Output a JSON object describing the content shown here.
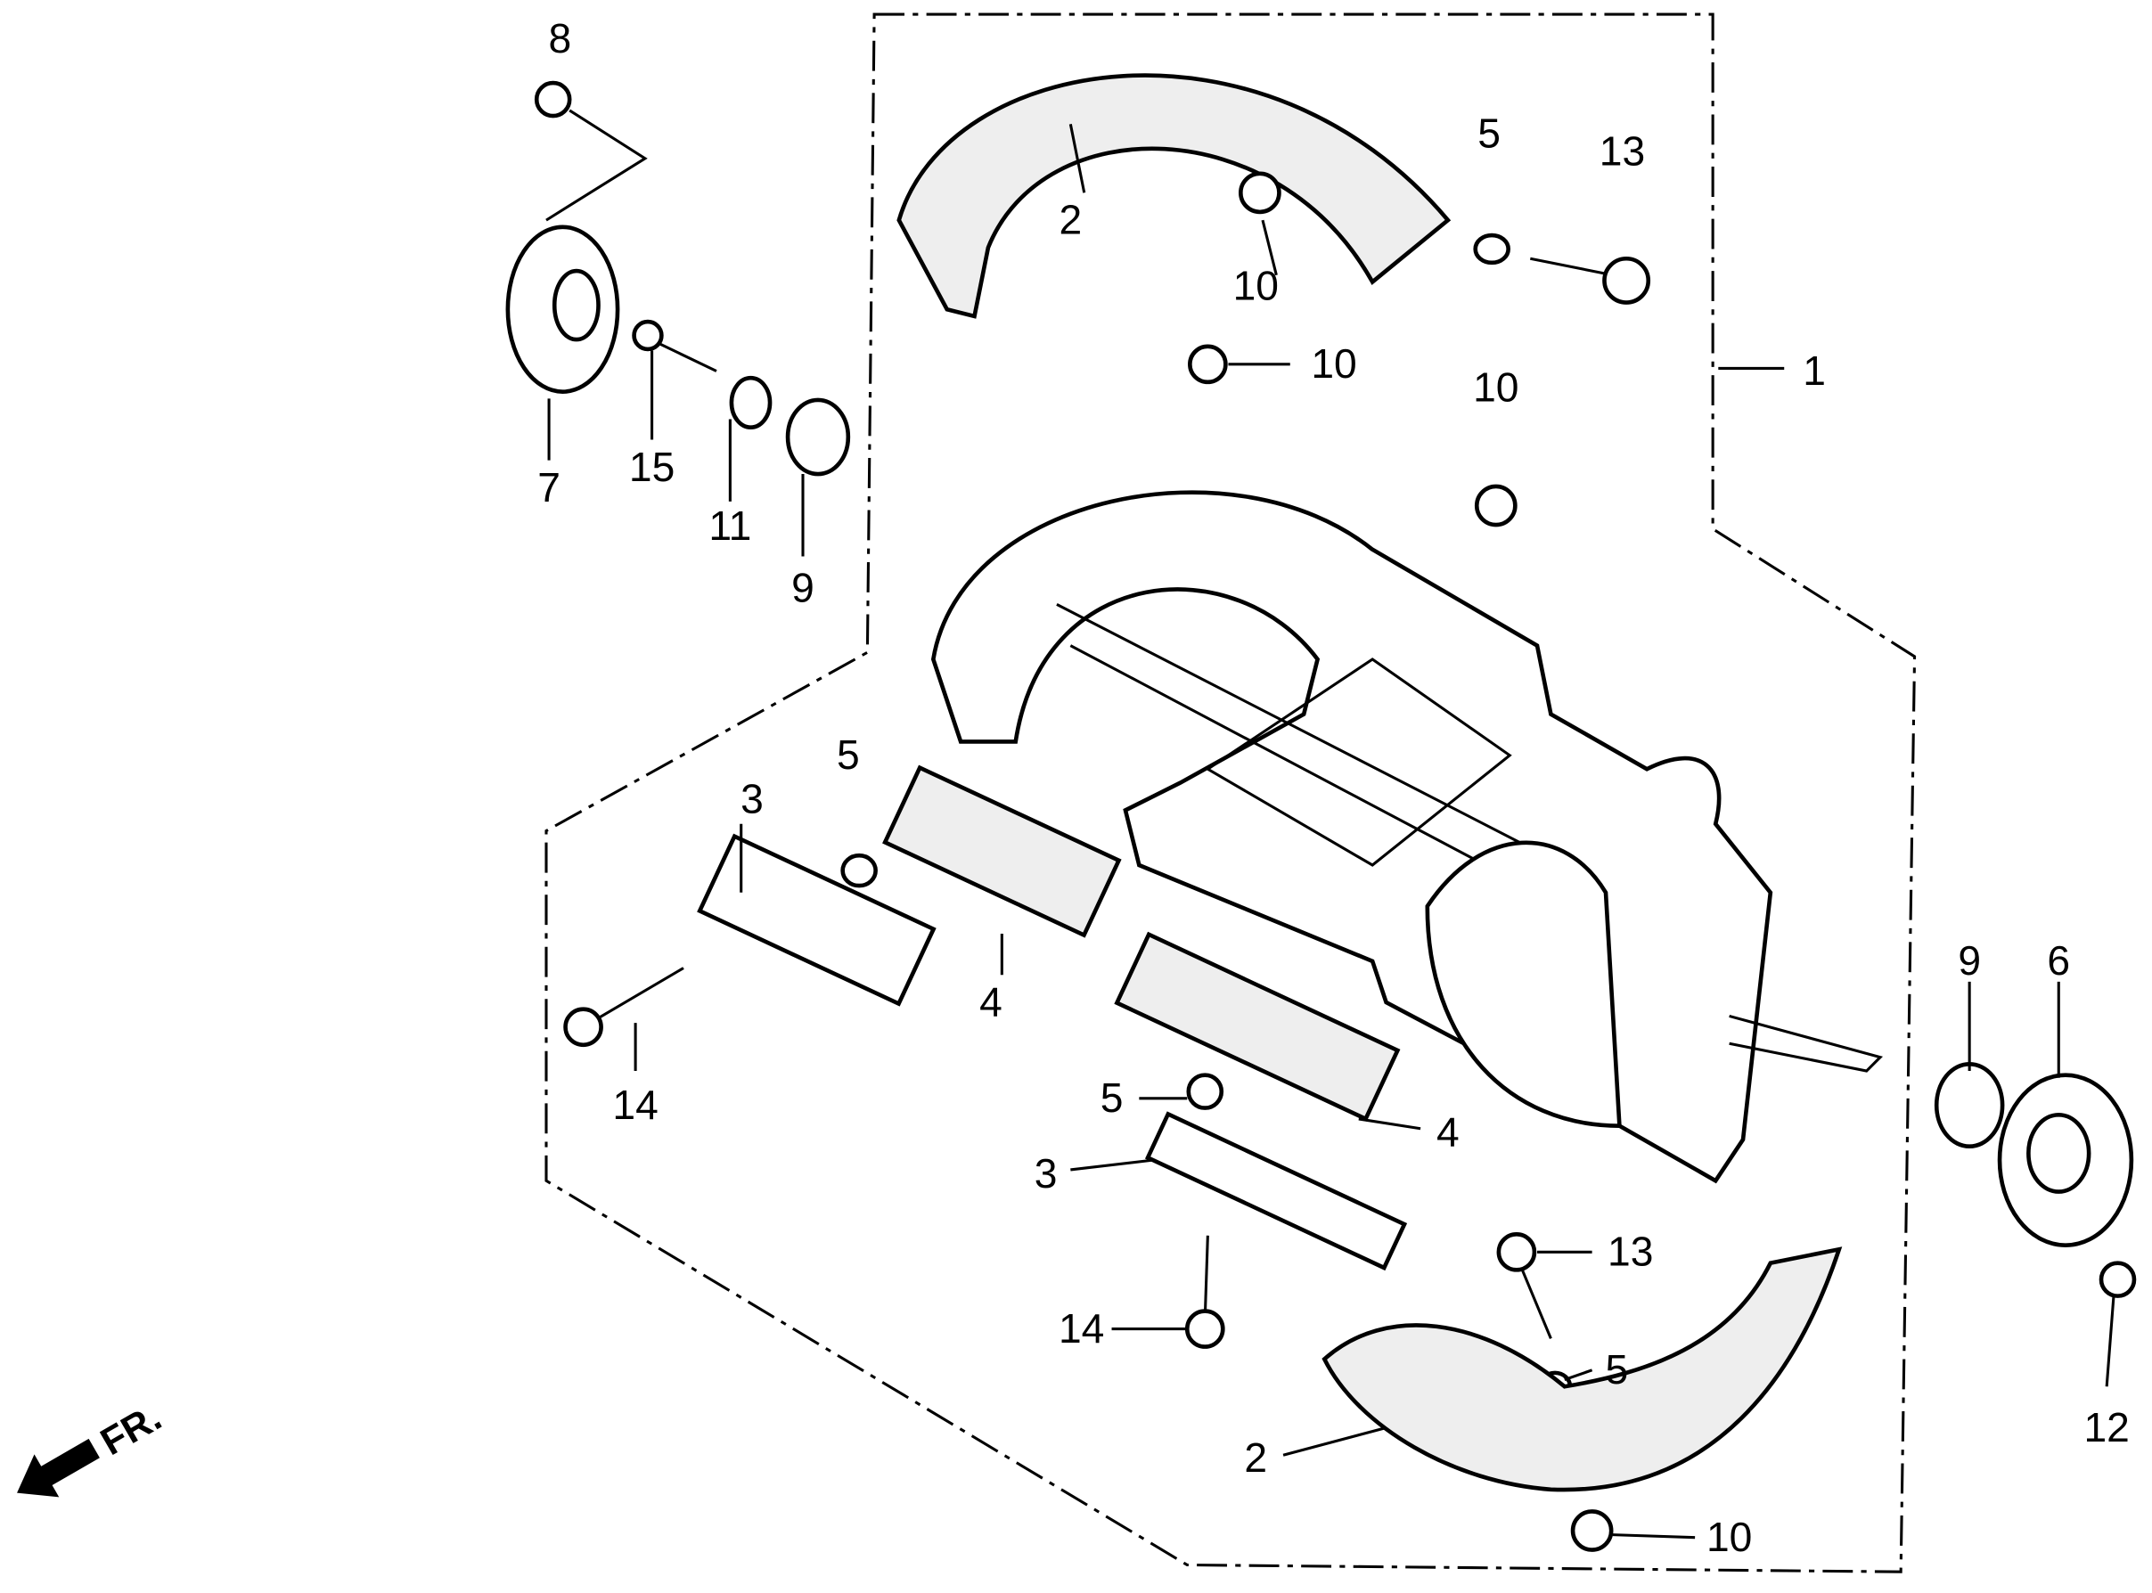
{
  "diagram": {
    "labels": [
      "8",
      "7",
      "15",
      "11",
      "9",
      "2",
      "10",
      "5",
      "13",
      "10",
      "10",
      "1",
      "5",
      "3",
      "4",
      "14",
      "5",
      "4",
      "3",
      "9",
      "6",
      "13",
      "14",
      "5",
      "2",
      "10",
      "12"
    ],
    "front_arrow_label": "FR."
  }
}
